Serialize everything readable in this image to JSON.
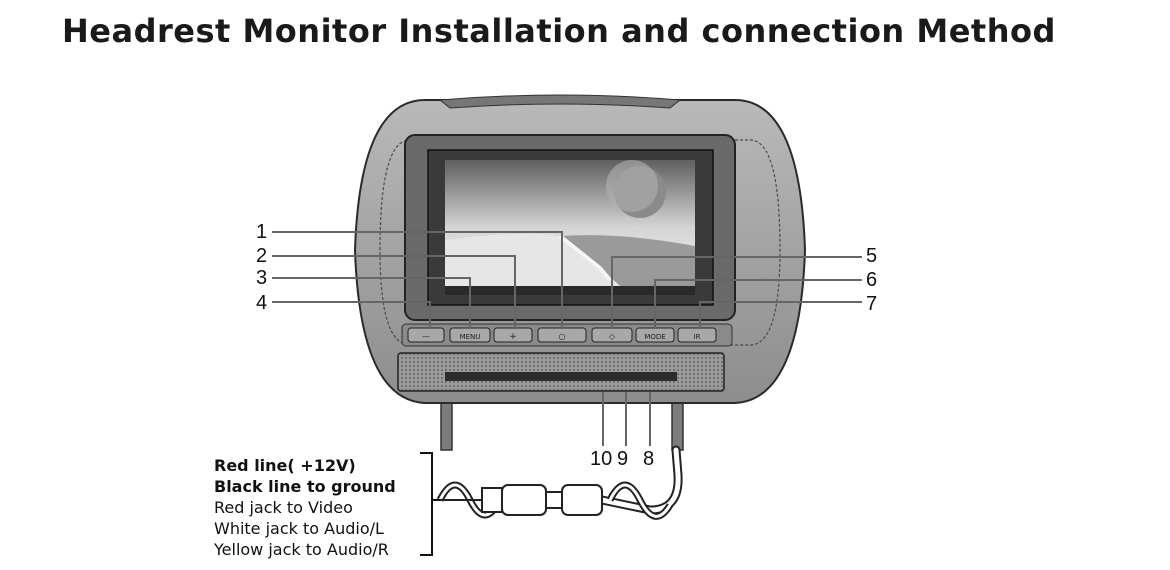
{
  "title": "Headrest Monitor Installation and connection Method",
  "callouts": [
    "1",
    "2",
    "3",
    "4",
    "5",
    "6",
    "7",
    "8",
    "9",
    "10"
  ],
  "buttons": [
    "—",
    "MENU",
    "+",
    "○",
    "◇",
    "MODE",
    "IR"
  ],
  "legend": [
    "Red line( +12V)",
    "Black line to ground",
    "Red jack to Video",
    "White jack to Audio/L",
    "Yellow jack to Audio/R"
  ]
}
